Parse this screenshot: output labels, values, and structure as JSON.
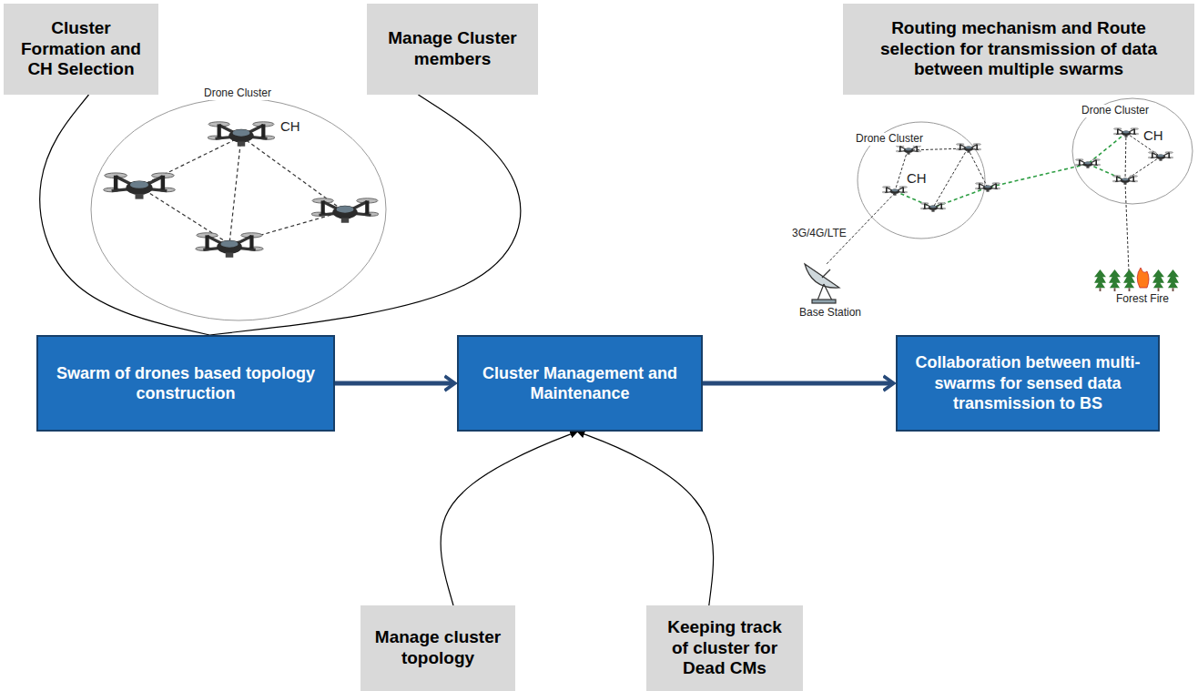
{
  "diagram": {
    "nodes": [
      {
        "text": [
          "Cluster Formation and CH Selection"
        ]
      },
      {
        "text": [
          "Manage Cluster members"
        ]
      },
      {
        "text": [
          "Routing mechanism and Route selection for transmission of data between multiple swarms"
        ]
      },
      {
        "text": [
          "Swarm of drones based topology construction"
        ]
      },
      {
        "text": [
          "Cluster Management and Maintenance"
        ]
      },
      {
        "text": [
          "Collaboration between multi-swarms for sensed data transmission to BS"
        ]
      },
      {
        "text": [
          "Manage cluster topology"
        ]
      },
      {
        "text": [
          "Keeping track of cluster for Dead CMs"
        ]
      }
    ],
    "edges": [
      {
        "from": 0,
        "to": 3,
        "arrow": "none"
      },
      {
        "from": 1,
        "to": 3,
        "arrow": "none"
      },
      {
        "from": 3,
        "to": 4,
        "arrow": "to"
      },
      {
        "from": 4,
        "to": 5,
        "arrow": "to"
      },
      {
        "from": 6,
        "to": 4,
        "arrow": "to"
      },
      {
        "from": 7,
        "to": 4,
        "arrow": "to"
      }
    ],
    "labels": [
      "Drone Cluster",
      "CH",
      "Drone Cluster",
      "CH",
      "3G/4G/LTE",
      "Base Station",
      "Drone Cluster",
      "CH",
      "Forest Fire"
    ]
  }
}
